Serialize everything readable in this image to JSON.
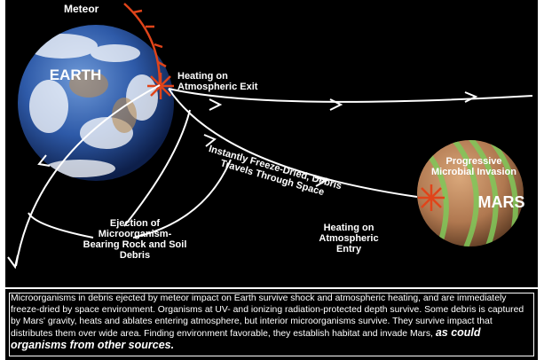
{
  "labels": {
    "meteor": "Meteor",
    "earth": "EARTH",
    "mars": "MARS",
    "heating_exit": "Heating on Atmospheric Exit",
    "freeze_dried": "Instantly Freeze-Dried, Debris Travels Through Space",
    "progressive": "Progressive Microbial Invasion",
    "ejection": "Ejection of Microorganism- Bearing Rock and Soil Debris",
    "heating_entry": "Heating on Atmospheric Entry"
  },
  "caption": {
    "body": "Microorganisms in debris ejected by meteor impact on Earth survive shock and atmospheric heating, and are immediately freeze-dried by space environment.  Organisms at UV- and ionizing radiation-protected depth survive.  Some debris is captured by Mars' gravity, heats and ablates entering atmosphere, but interior microorganisms survive.  They survive impact that distributes them over wide area.  Finding environment favorable, they establish habitat and invade Mars, ",
    "emphasis": "as could organisms from other sources."
  },
  "colors": {
    "background": "#000000",
    "text": "#ffffff",
    "meteor": "#e0441a",
    "mars_surface": "#b8835a",
    "mars_green": "#7fc85a",
    "earth_ocean": "#2e5aa8"
  }
}
